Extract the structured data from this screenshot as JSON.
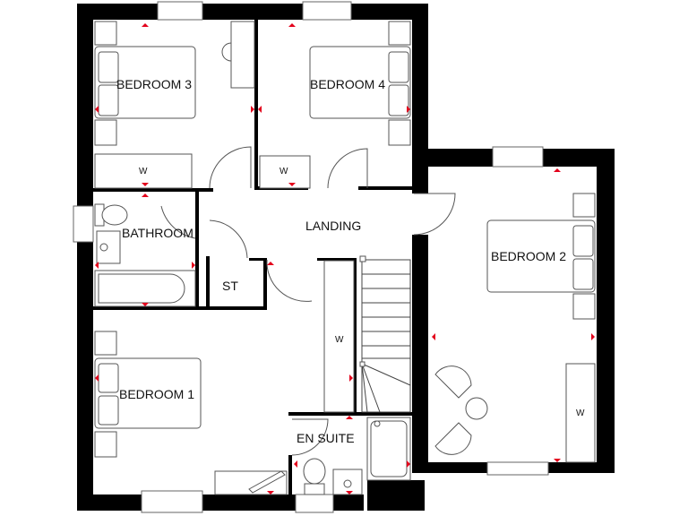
{
  "floorplan": {
    "rooms": [
      {
        "id": "bedroom3",
        "label": "BEDROOM 3"
      },
      {
        "id": "bedroom4",
        "label": "BEDROOM 4"
      },
      {
        "id": "bedroom2",
        "label": "BEDROOM 2"
      },
      {
        "id": "bathroom",
        "label": "BATHROOM"
      },
      {
        "id": "landing",
        "label": "LANDING"
      },
      {
        "id": "store",
        "label": "ST"
      },
      {
        "id": "bedroom1",
        "label": "BEDROOM 1"
      },
      {
        "id": "ensuite",
        "label": "EN SUITE"
      }
    ],
    "wardrobes": [
      {
        "room": "bedroom3",
        "label": "W"
      },
      {
        "room": "bedroom4",
        "label": "W"
      },
      {
        "room": "bedroom2",
        "label": "W"
      },
      {
        "room": "bedroom1",
        "label": "W"
      }
    ],
    "colors": {
      "walls": "#000000",
      "markers": "#e3001b",
      "lines": "#555555"
    }
  }
}
